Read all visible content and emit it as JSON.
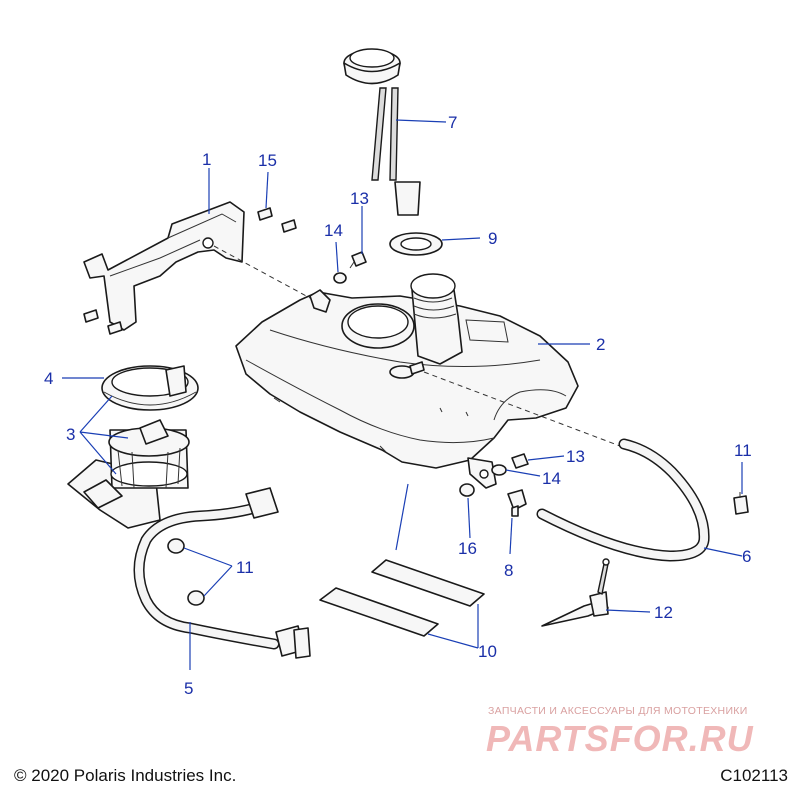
{
  "callouts": [
    {
      "id": "1",
      "label": "1"
    },
    {
      "id": "2",
      "label": "2"
    },
    {
      "id": "3",
      "label": "3"
    },
    {
      "id": "4",
      "label": "4"
    },
    {
      "id": "5",
      "label": "5"
    },
    {
      "id": "6",
      "label": "6"
    },
    {
      "id": "7",
      "label": "7"
    },
    {
      "id": "8",
      "label": "8"
    },
    {
      "id": "9",
      "label": "9"
    },
    {
      "id": "10",
      "label": "10"
    },
    {
      "id": "11a",
      "label": "11"
    },
    {
      "id": "11b",
      "label": "11"
    },
    {
      "id": "12",
      "label": "12"
    },
    {
      "id": "13a",
      "label": "13"
    },
    {
      "id": "13b",
      "label": "13"
    },
    {
      "id": "14a",
      "label": "14"
    },
    {
      "id": "14b",
      "label": "14"
    },
    {
      "id": "15",
      "label": "15"
    },
    {
      "id": "16",
      "label": "16"
    }
  ],
  "footer": {
    "copyright": "© 2020 Polaris Industries Inc.",
    "figure_code": "C102113"
  },
  "watermark": {
    "tagline": "ЗАПЧАСТИ И АКСЕССУАРЫ ДЛЯ МОТОТЕХНИКИ",
    "logo": "PARTSFOR.RU"
  },
  "colors": {
    "callout": "#1a2fa8",
    "line_art": "#1a1a1a",
    "watermark": "#f0b8b8"
  }
}
